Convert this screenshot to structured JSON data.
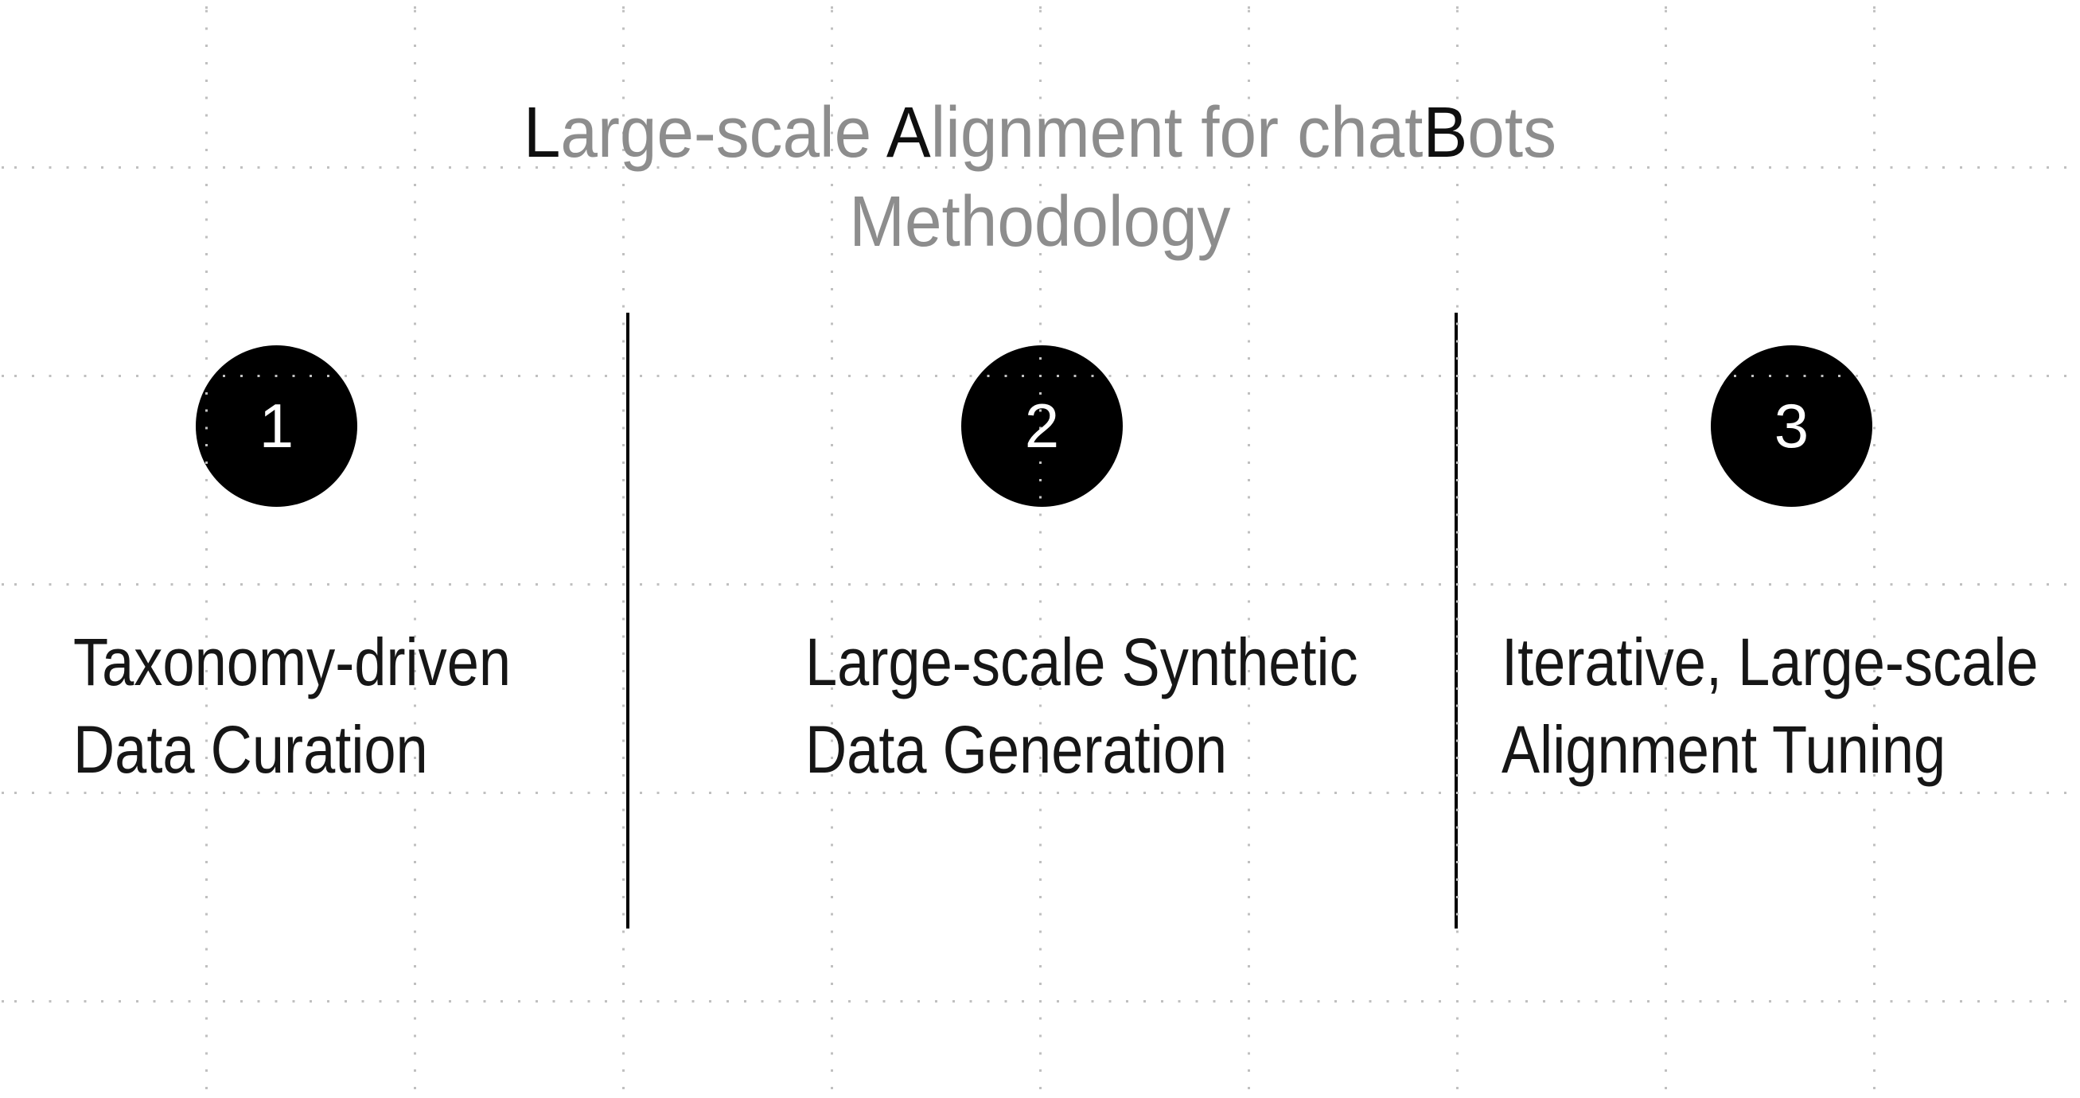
{
  "title": {
    "segments": [
      {
        "text": "L",
        "emphasized": true
      },
      {
        "text": "arge-scale ",
        "emphasized": false
      },
      {
        "text": "A",
        "emphasized": true
      },
      {
        "text": "lignment for chat",
        "emphasized": false
      },
      {
        "text": "B",
        "emphasized": true
      },
      {
        "text": "ots",
        "emphasized": false
      }
    ],
    "subtitle": "Methodology"
  },
  "steps": [
    {
      "number": "1",
      "label": [
        "Taxonomy-driven",
        "Data Curation"
      ]
    },
    {
      "number": "2",
      "label": [
        "Large-scale Synthetic",
        "Data Generation"
      ]
    },
    {
      "number": "3",
      "label": [
        "Iterative, Large-scale",
        "Alignment Tuning"
      ]
    }
  ],
  "colors": {
    "background": "#ffffff",
    "title_gray": "#8d8d8d",
    "emphasis_black": "#0f0f0f",
    "label_black": "#161616",
    "circle_black": "#000000",
    "number_white": "#ffffff",
    "divider_black": "#000000",
    "grid_dot_gray": "#c0c0c0"
  }
}
